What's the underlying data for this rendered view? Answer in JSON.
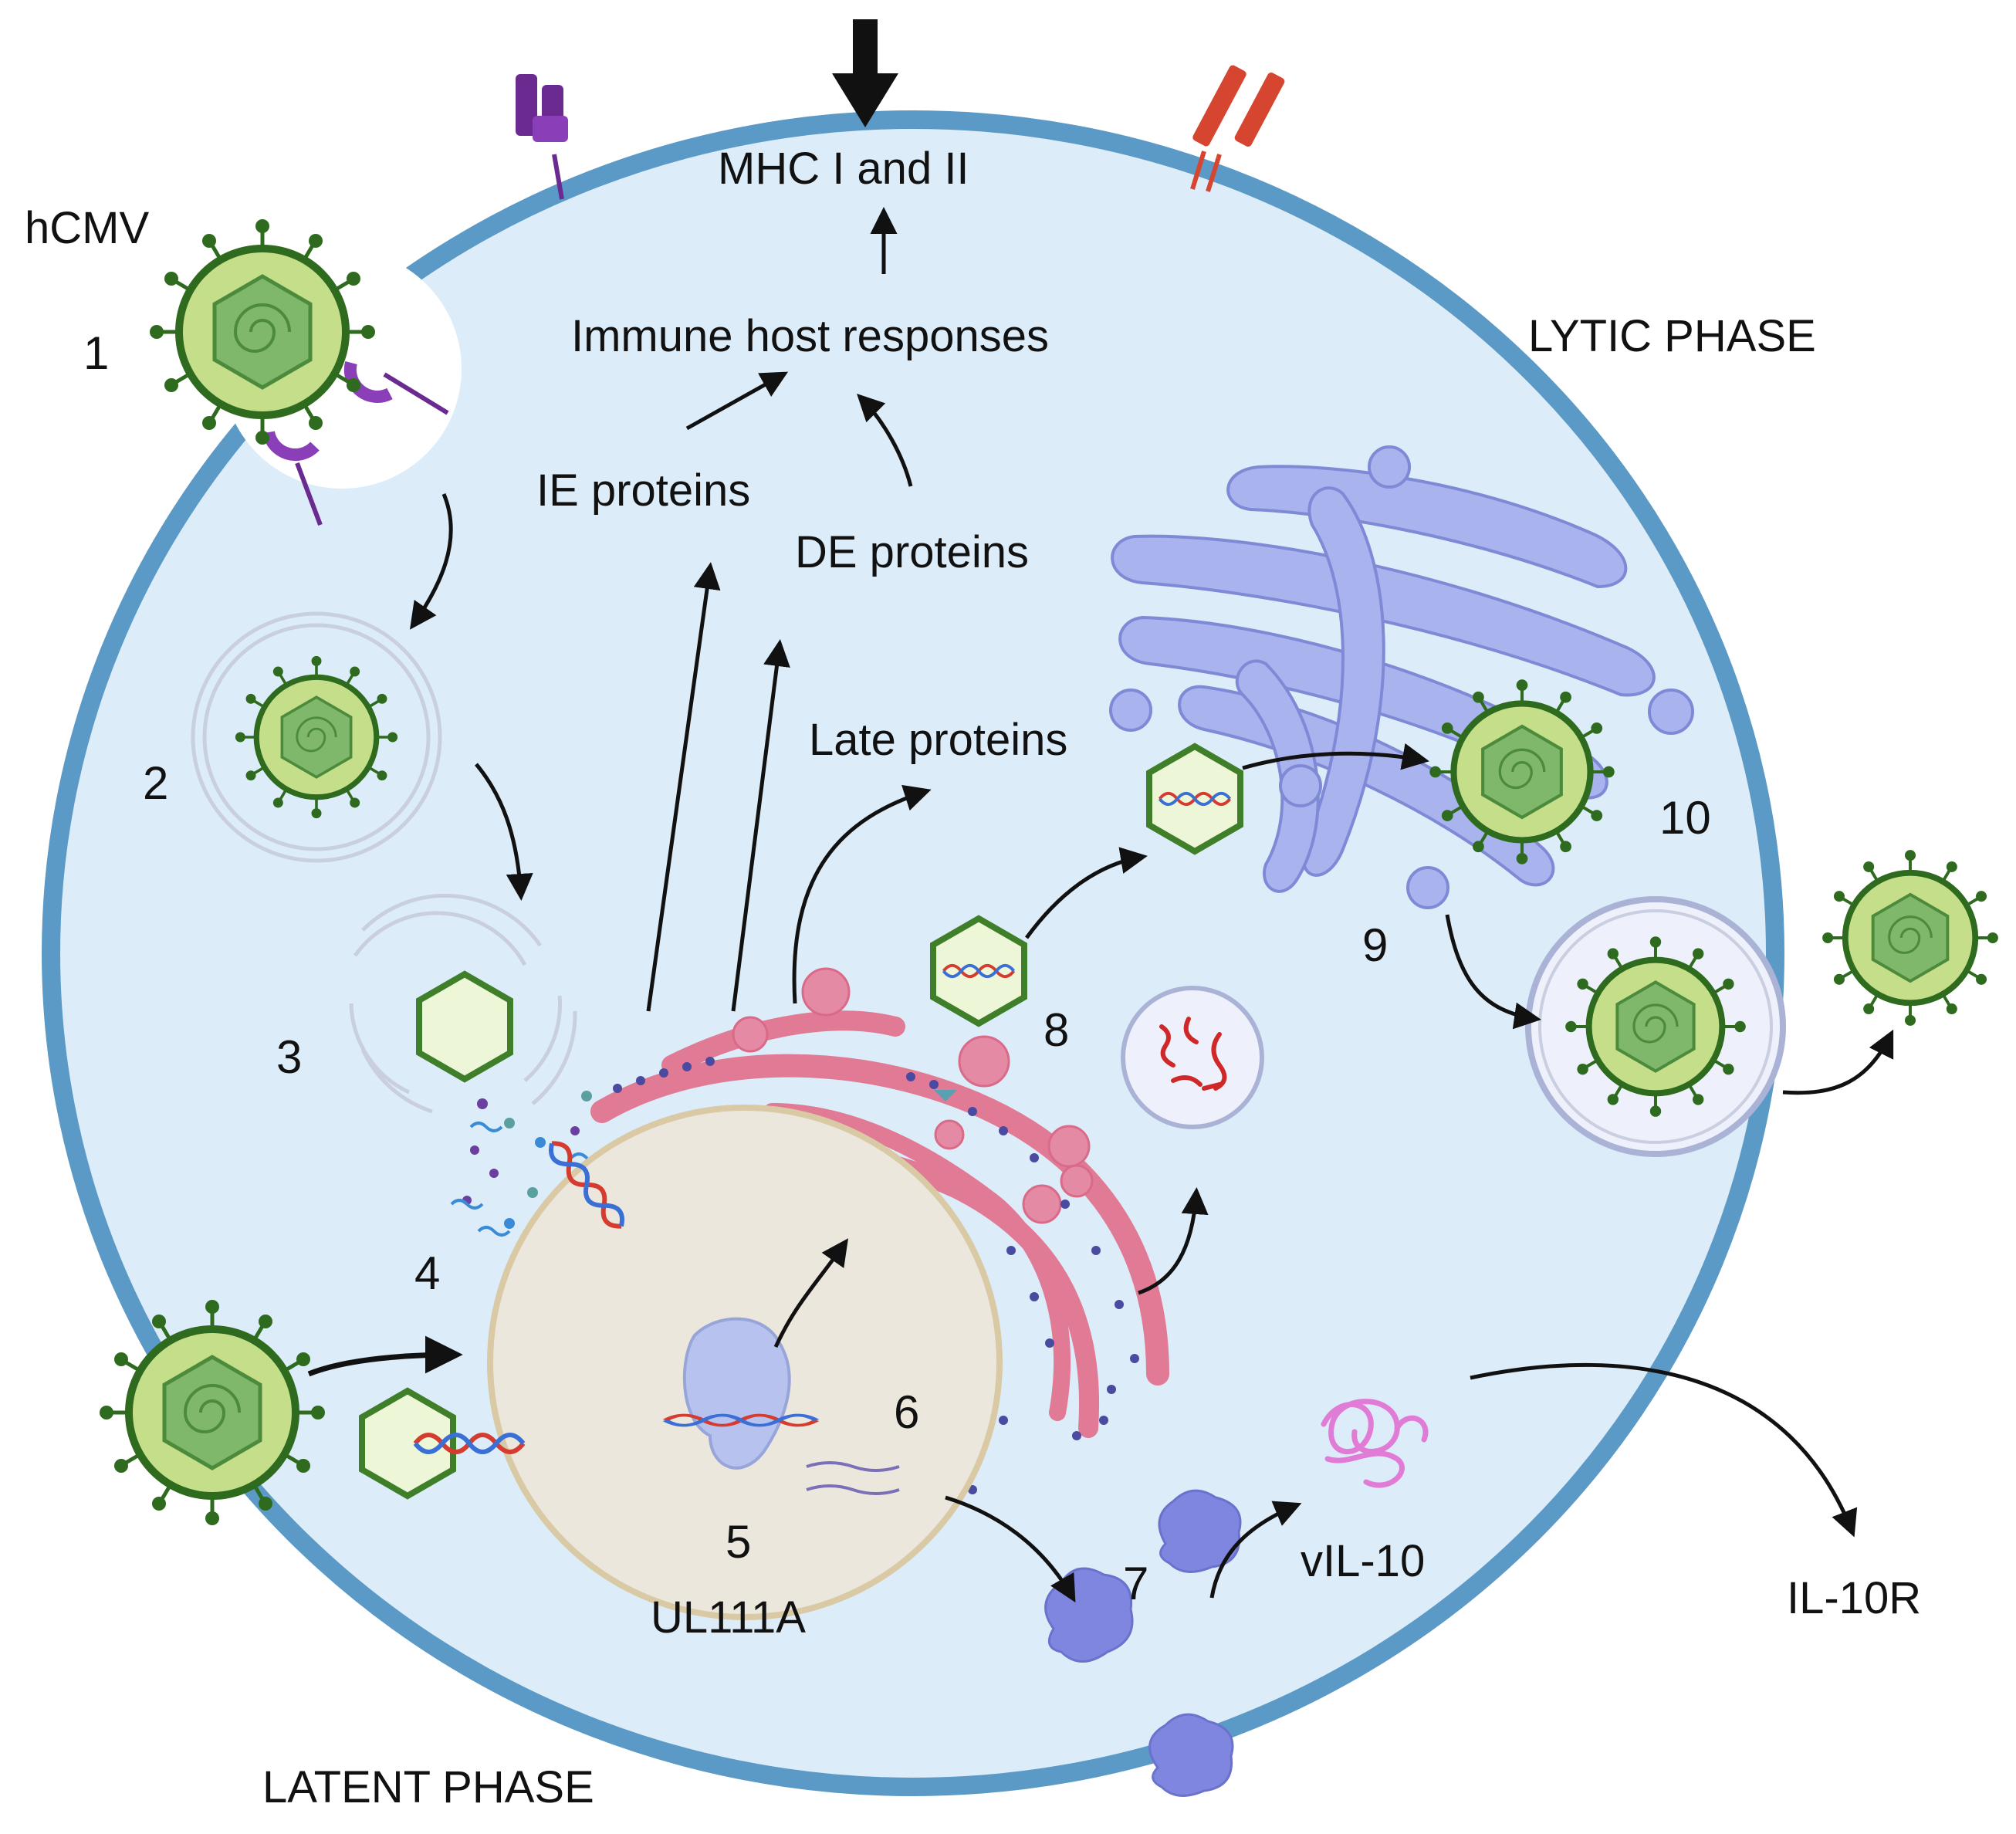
{
  "labels": {
    "hcmv": "hCMV",
    "mhc": "MHC I and II",
    "immune": "Immune host responses",
    "lytic_phase": "LYTIC PHASE",
    "latent_phase": "LATENT PHASE",
    "ie_proteins": "IE proteins",
    "de_proteins": "DE proteins",
    "late_proteins": "Late proteins",
    "gene": "UL111A",
    "vil10": "vIL-10",
    "il10r": "IL-10R"
  },
  "steps": [
    "1",
    "2",
    "3",
    "4",
    "5",
    "6",
    "7",
    "8",
    "9",
    "10"
  ],
  "colors": {
    "cell_fill": "#dcedf9",
    "membrane": "#5b9ac6",
    "virus_envelope": "#c5de8a",
    "virus_outline": "#2f6b1e",
    "capsid": "#7fb86a",
    "nucleus": "#ece7dc",
    "er": "#e07a95",
    "golgi": "#a9b4ee",
    "receptor_purple": "#6a2a8f",
    "receptor_red": "#d6452f",
    "vil10": "#e07bd6",
    "ribosome_cluster": "#7e86e0"
  }
}
